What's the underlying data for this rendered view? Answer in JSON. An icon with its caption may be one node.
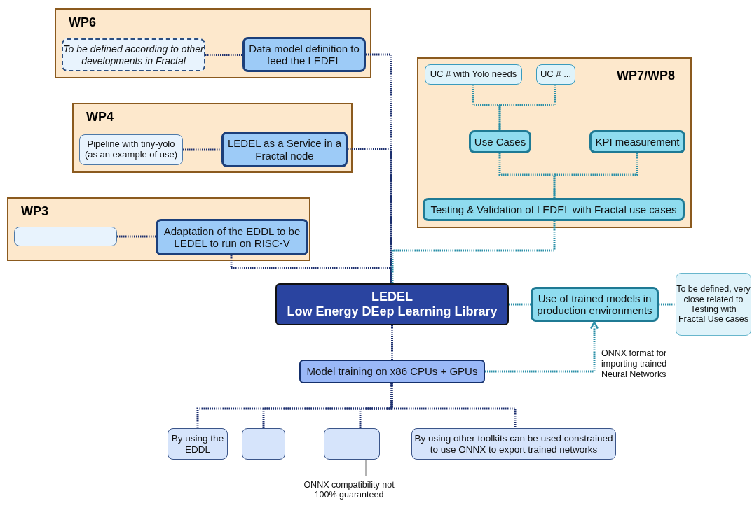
{
  "diagram": {
    "nodes": [
      {
        "text": [
          "WP6"
        ]
      },
      {
        "text": [
          "To be defined according to other developments in Fractal"
        ],
        "in": 0
      },
      {
        "text": [
          "Data model definition to feed the LEDEL"
        ],
        "in": 0
      },
      {
        "text": [
          "WP4"
        ]
      },
      {
        "text": [
          "Pipeline with tiny-yolo (as an example of use)"
        ],
        "in": 3
      },
      {
        "text": [
          "LEDEL as a Service in a Fractal node"
        ],
        "in": 3
      },
      {
        "text": [
          "WP3"
        ]
      },
      {
        "text": [],
        "shape": "box",
        "in": 6
      },
      {
        "text": [
          "Adaptation of the EDDL to be LEDEL to run on RISC-V"
        ],
        "in": 6
      },
      {
        "text": [
          "WP7/WP8"
        ]
      },
      {
        "text": [
          "UC # with Yolo needs"
        ],
        "in": 9
      },
      {
        "text": [
          "UC # ..."
        ],
        "in": 9
      },
      {
        "text": [
          "Use Cases"
        ],
        "in": 9
      },
      {
        "text": [
          "KPI measurement"
        ],
        "in": 9
      },
      {
        "text": [
          "Testing & Validation of LEDEL with Fractal use cases"
        ],
        "in": 9
      },
      {
        "text": [
          "LEDEL",
          "Low Energy DEep Learning Library"
        ]
      },
      {
        "text": [
          "Use of trained models in production environments"
        ]
      },
      {
        "text": [
          "To be defined, very close related to Testing with Fractal Use cases"
        ]
      },
      {
        "text": [
          "Model training on x86 CPUs + GPUs"
        ]
      },
      {
        "text": [
          "By using the EDDL"
        ]
      },
      {
        "text": [],
        "shape": "box"
      },
      {
        "text": [],
        "shape": "box"
      },
      {
        "text": [
          "By using other toolkits can be used constrained to use ONNX to export trained networks"
        ]
      },
      {
        "text": [
          "ONNX compatibility not 100% guaranteed"
        ]
      }
    ],
    "edges": [
      {
        "from": 1,
        "to": 2,
        "arrow": "none",
        "style": "dashed"
      },
      {
        "from": 2,
        "to": 15,
        "arrow": "none",
        "style": "dashed"
      },
      {
        "from": 4,
        "to": 5,
        "arrow": "none",
        "style": "dashed"
      },
      {
        "from": 5,
        "to": 15,
        "arrow": "none",
        "style": "dashed"
      },
      {
        "from": 7,
        "to": 8,
        "arrow": "none",
        "style": "dashed"
      },
      {
        "from": 8,
        "to": 15,
        "arrow": "none",
        "style": "dashed"
      },
      {
        "from": 10,
        "to": 12,
        "arrow": "none",
        "style": "dashed",
        "color": "#2a8fa8"
      },
      {
        "from": 11,
        "to": 12,
        "arrow": "none",
        "style": "dashed",
        "color": "#2a8fa8"
      },
      {
        "from": 12,
        "to": 14,
        "arrow": "none",
        "style": "dashed",
        "color": "#2a8fa8"
      },
      {
        "from": 13,
        "to": 14,
        "arrow": "none",
        "style": "dashed",
        "color": "#2a8fa8"
      },
      {
        "from": 14,
        "to": 15,
        "arrow": "none",
        "style": "dashed",
        "color": "#2a8fa8"
      },
      {
        "from": 15,
        "to": 16,
        "arrow": "none",
        "style": "dashed",
        "color": "#2a8fa8"
      },
      {
        "from": 16,
        "to": 17,
        "arrow": "none",
        "style": "dashed",
        "color": "#2a8fa8"
      },
      {
        "from": 18,
        "to": 16,
        "arrow": "to",
        "style": "dashed",
        "color": "#2a8fa8",
        "label": "ONNX format for importing trained Neural Networks"
      },
      {
        "from": 15,
        "to": 18,
        "arrow": "none",
        "style": "dashed"
      },
      {
        "from": 18,
        "to": 19,
        "arrow": "none",
        "style": "dashed"
      },
      {
        "from": 18,
        "to": 20,
        "arrow": "none",
        "style": "dashed"
      },
      {
        "from": 18,
        "to": 21,
        "arrow": "none",
        "style": "dashed"
      },
      {
        "from": 18,
        "to": 22,
        "arrow": "none",
        "style": "dashed"
      },
      {
        "from": 23,
        "to": 21,
        "arrow": "none",
        "color": "#666666"
      }
    ]
  }
}
